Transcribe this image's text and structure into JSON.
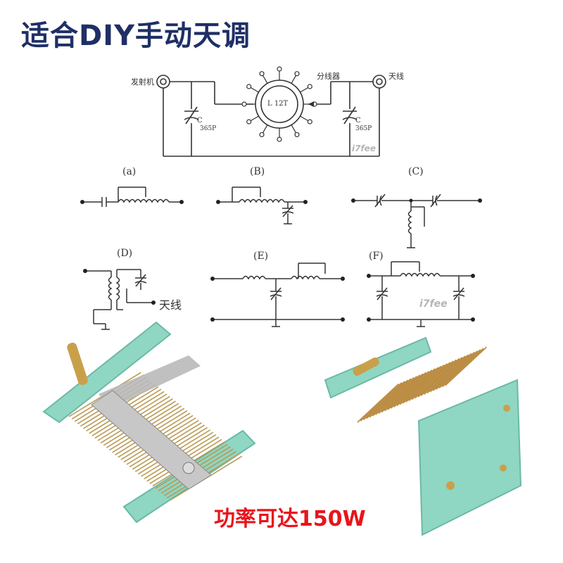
{
  "headline": "适合DIY手动天调",
  "footer": "功率可达150W",
  "schematic": {
    "transmitter_label": "发射机",
    "splitter_label": "分线器",
    "antenna_label": "天线",
    "coil_label": "L 12T",
    "cap_left_label": "C",
    "cap_left_value": "365P",
    "cap_right_label": "C",
    "cap_right_value": "365P",
    "watermark": "i7fee"
  },
  "variants": {
    "a_label": "(a)",
    "b_label": "(B)",
    "c_label": "(C)",
    "d_label": "(D)",
    "e_label": "(E)",
    "f_label": "(F)",
    "d_antenna_label": "天线",
    "watermark": "i7fee"
  },
  "colors": {
    "headline": "#1f2f66",
    "footer": "#e8141b",
    "board": "#8fd6c3",
    "brass": "#c9a04a"
  }
}
